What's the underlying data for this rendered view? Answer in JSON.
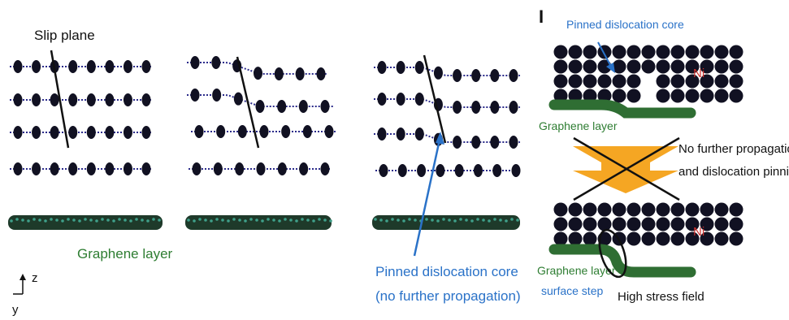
{
  "left_panel": {
    "slip_plane_label": "Slip plane",
    "graphene_label": "Graphene layer",
    "pinned_core_label_line1": "Pinned dislocation core",
    "pinned_core_label_line2": "(no further propagation)",
    "axis_z": "z",
    "axis_y": "y"
  },
  "right_panel": {
    "panel_letter": "I",
    "pinned_core_label": "Pinned dislocation core",
    "ni_label_top": "Ni",
    "ni_label_bottom": "Ni",
    "graphene_label_top": "Graphene layer",
    "graphene_label_bottom": "Graphene layer",
    "no_propagation_line1": "No further propagation",
    "no_propagation_line2": "and dislocation pinning",
    "surface_step_label": "surface step",
    "high_stress_label": "High stress field"
  },
  "colors": {
    "atom": "#111122",
    "atom_line": "#2a2a8a",
    "graphene_dark": "#1e3a2a",
    "graphene_green": "#2e7d32",
    "label_green": "#2e7d32",
    "label_blue": "#2a72c8",
    "label_red": "#d0312d",
    "arrow_orange": "#f5a623"
  }
}
